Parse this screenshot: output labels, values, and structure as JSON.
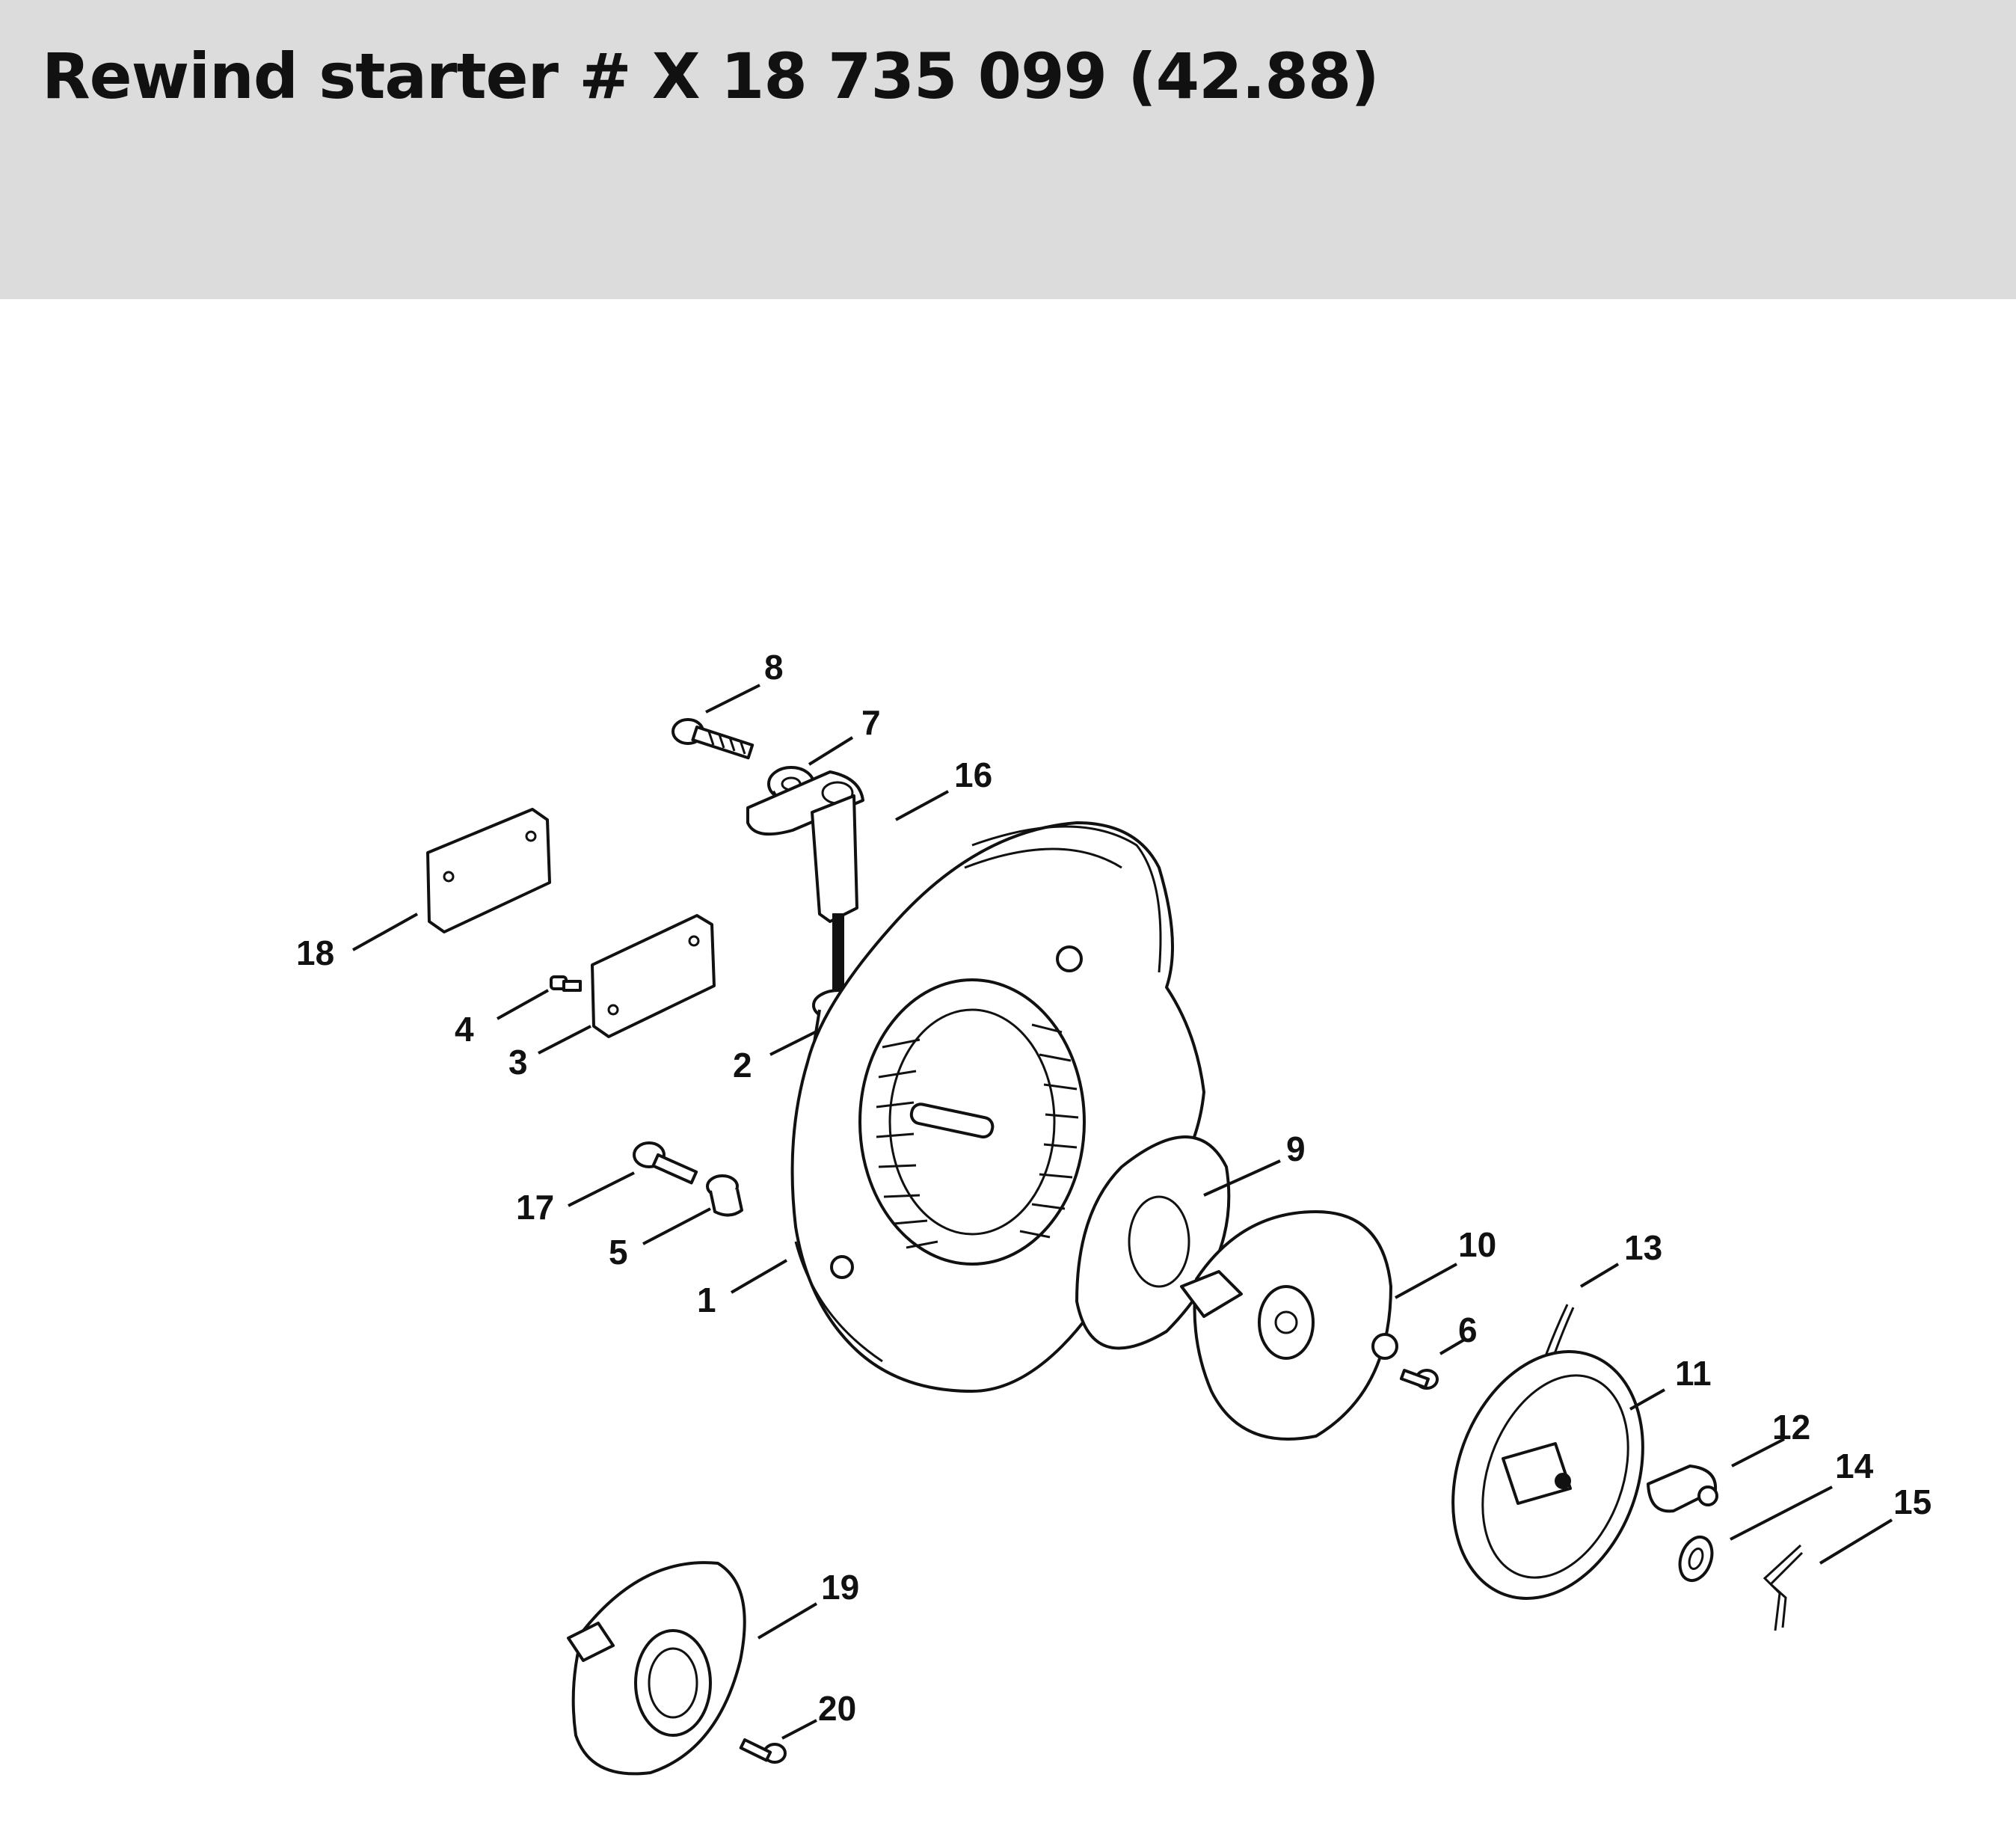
{
  "title": "Rewind starter # X 18 735 099 (42.88)",
  "callouts": [
    "1",
    "2",
    "3",
    "4",
    "5",
    "6",
    "7",
    "8",
    "9",
    "10",
    "11",
    "12",
    "13",
    "14",
    "15",
    "16",
    "17",
    "18",
    "19",
    "20"
  ],
  "colors": {
    "header_bg": "#dbdcdb",
    "ink": "#111111",
    "background": "#ffffff"
  }
}
